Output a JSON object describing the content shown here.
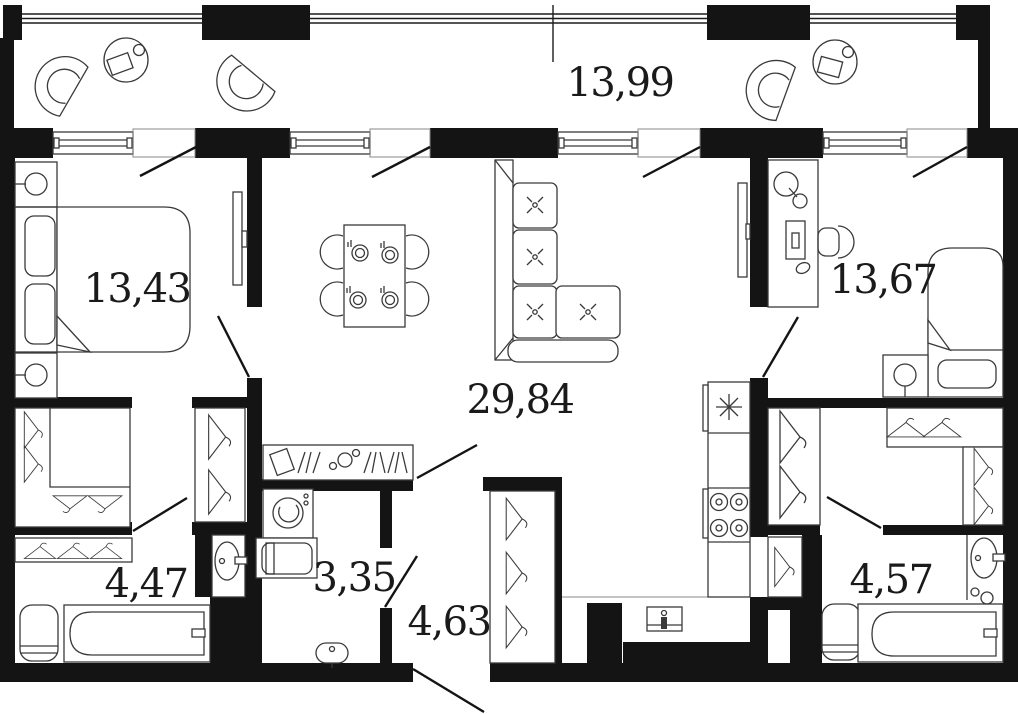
{
  "plan": {
    "title": "apartment-floor-plan",
    "rooms": [
      {
        "id": "balcony",
        "area": "13,99"
      },
      {
        "id": "bedroom-1",
        "area": "13,43"
      },
      {
        "id": "living-room-kitchen",
        "area": "29,84"
      },
      {
        "id": "bedroom-2",
        "area": "13,67"
      },
      {
        "id": "bathroom-1",
        "area": "4,47"
      },
      {
        "id": "laundry-wc",
        "area": "3,35"
      },
      {
        "id": "hallway",
        "area": "4,63"
      },
      {
        "id": "bathroom-2",
        "area": "4,57"
      }
    ],
    "colors": {
      "wall": "#141414",
      "line": "#3a3a3a",
      "background": "#ffffff",
      "label": "#1a1a1a"
    }
  }
}
